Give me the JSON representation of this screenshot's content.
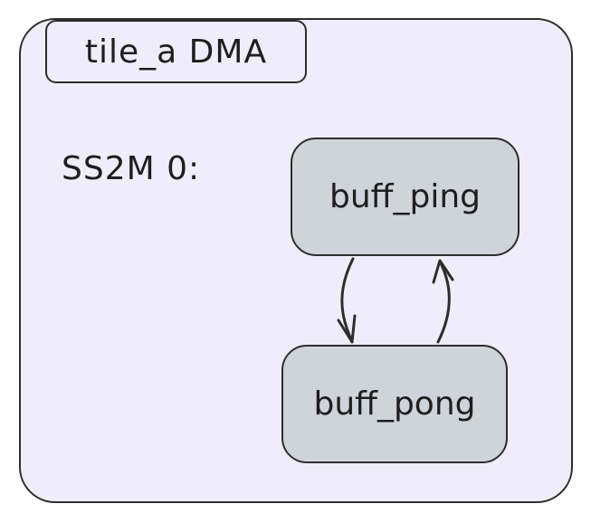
{
  "diagram": {
    "title": "tile_a DMA",
    "port_label": "SS2M 0:",
    "nodes": [
      {
        "id": "buff_ping",
        "label": "buff_ping"
      },
      {
        "id": "buff_pong",
        "label": "buff_pong"
      }
    ],
    "edges": [
      {
        "from": "buff_ping",
        "to": "buff_pong"
      },
      {
        "from": "buff_pong",
        "to": "buff_ping"
      }
    ]
  },
  "colors": {
    "frame_fill": "#f0edfb",
    "node_fill": "#ced4da",
    "stroke": "#2d2d2d",
    "text": "#1e1e1e"
  }
}
